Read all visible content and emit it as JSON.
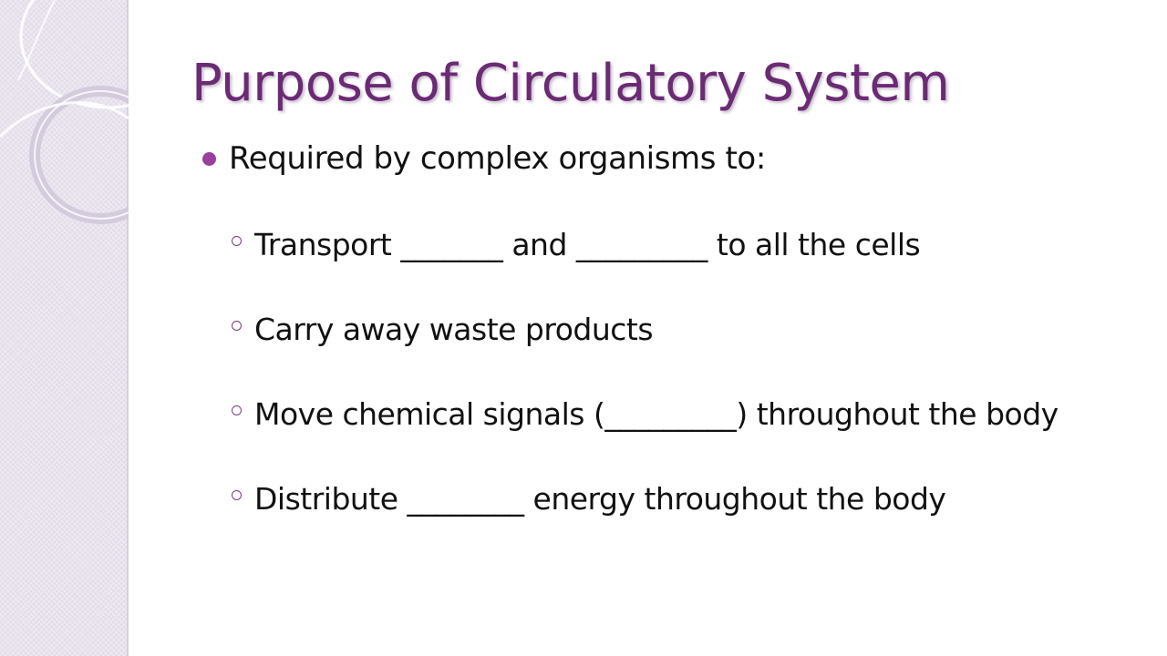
{
  "slide": {
    "title": "Purpose of Circulatory System",
    "main_bullet": "Required by complex organisms to:",
    "sub_bullets": [
      "Transport _______ and _________ to all the cells",
      "Carry away waste products",
      "Move chemical signals (_________) throughout the body",
      "Distribute ________ energy throughout the body"
    ]
  },
  "colors": {
    "title": "#6b2a74",
    "bullet": "#9a3f9e",
    "side_panel": "#e9e3ee"
  }
}
